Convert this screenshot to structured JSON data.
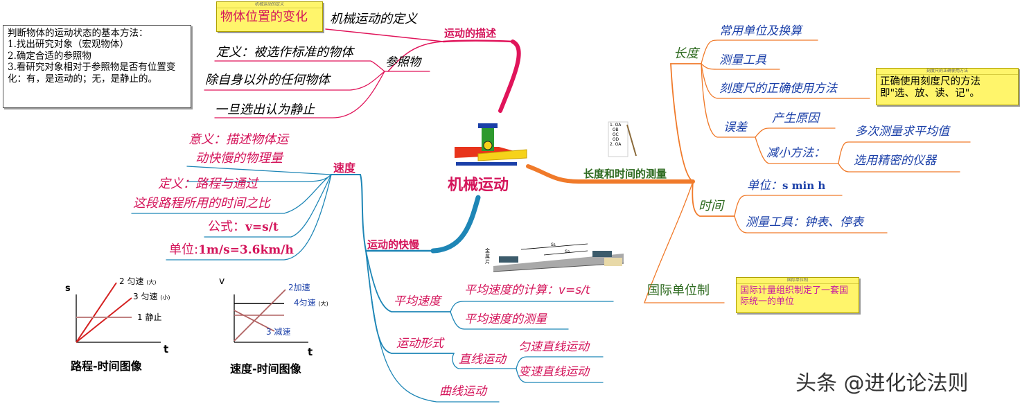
{
  "central": {
    "title": "机械运动"
  },
  "branches": {
    "description": "运动的描述",
    "speed_branch": "运动的快慢",
    "measurement": "长度和时间的测量",
    "speed": "速度"
  },
  "description": {
    "definition_note": "物体位置的变化",
    "definition_label": "机械运动的定义",
    "reference": "参照物",
    "ref_def": "定义：被选作标准的物体",
    "ref_any": "除自身以外的任何物体",
    "ref_static": "一旦选出认为静止"
  },
  "method_box": {
    "title": "判断物体的运动状态的基本方法：",
    "step1": "1.找出研究对象（宏观物体）",
    "step2": "2.确定合适的参照物",
    "step3": "3.看研究对象相对于参照物是否有位置变化：有，是运动的；无，是静止的。"
  },
  "speed": {
    "meaning_1": "意义：描述物体运",
    "meaning_2": "动快慢的物理量",
    "def_1": "定义：路程与通过",
    "def_2": "这段路程所用的时间之比",
    "formula_label": "公式：",
    "formula": "v=s/t",
    "unit_label": "单位:",
    "unit": "1m/s=3.6km/h"
  },
  "avg_speed": {
    "label": "平均速度",
    "calc": "平均速度的计算：v=s/t",
    "measure": "平均速度的测量"
  },
  "motion_forms": {
    "label": "运动形式",
    "straight": "直线运动",
    "uniform": "匀速直线运动",
    "variable": "变速直线运动",
    "curved": "曲线运动"
  },
  "length": {
    "label": "长度",
    "units": "常用单位及换算",
    "tools": "测量工具",
    "ruler": "刻度尺的正确使用方法",
    "ruler_note_cap": "刻度尺的正确使用方法",
    "ruler_note_1": "正确使用刻度尺的方法",
    "ruler_note_2": "即\"选、放、读、记\"。",
    "error": "误差",
    "cause": "产生原因",
    "reduce": "减小方法：",
    "avg": "多次测量求平均值",
    "precise": "选用精密的仪器"
  },
  "time": {
    "label": "时间",
    "unit_label": "单位：",
    "unit": "s  min  h",
    "tools": "测量工具：钟表、停表"
  },
  "si": {
    "label": "国际单位制",
    "note_cap": "国际单位制",
    "note_1": "国际计量组织制定了一套国",
    "note_2": "际统一的单位"
  },
  "note_caps": {
    "definition": "机械运动的定义"
  },
  "graph_st": {
    "xlabel": "t",
    "ylabel": "s",
    "caption": "路程-时间图像",
    "line2": "2 匀速",
    "line2_tag": "(大)",
    "line3": "3 匀速",
    "line3_tag": "(小)",
    "line1": "1 静止"
  },
  "graph_vt": {
    "xlabel": "t",
    "ylabel": "v",
    "caption": "速度-时间图像",
    "line2": "2加速",
    "line4": "4匀速",
    "line4_tag": "(大)",
    "line3": "3  减速"
  },
  "track_figure": {
    "label": "金属片",
    "s1": "s₁",
    "s2": "s₂"
  },
  "answer_sheet": {
    "marks": [
      "1.",
      "OA",
      "OB",
      "OC",
      "OD",
      "2.",
      "OA"
    ]
  },
  "watermark": "头条 @进化论法则",
  "colors": {
    "red": "#d4145a",
    "blue": "#1a3fa8",
    "teal": "#1e86b6",
    "orange": "#f07a2a",
    "green": "#2d6a1f",
    "note": "#fff56b"
  }
}
